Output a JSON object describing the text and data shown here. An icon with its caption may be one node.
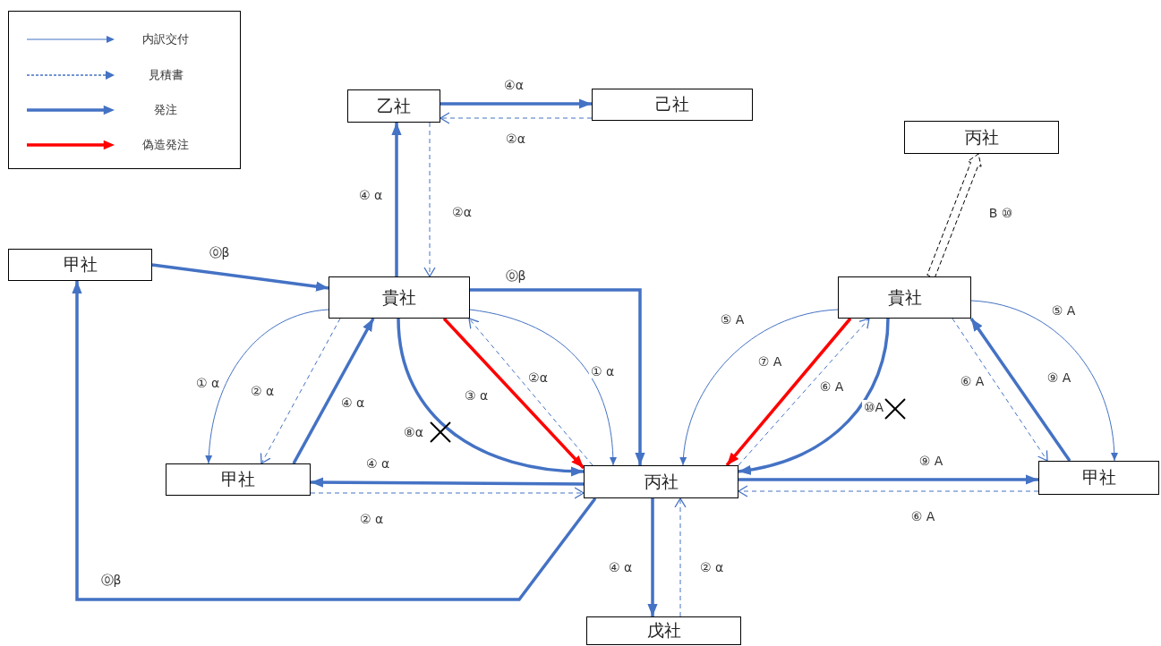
{
  "diagram": {
    "nodes": [
      {
        "text": [
          "乙社"
        ]
      },
      {
        "text": [
          "己社"
        ]
      },
      {
        "text": [
          "丙社"
        ]
      },
      {
        "text": [
          "甲社"
        ]
      },
      {
        "text": [
          "貴社"
        ]
      },
      {
        "text": [
          "貴社"
        ]
      },
      {
        "text": [
          "甲社"
        ]
      },
      {
        "text": [
          "丙社"
        ]
      },
      {
        "text": [
          "甲社"
        ]
      },
      {
        "text": [
          "戊社"
        ]
      }
    ],
    "edges": [
      {
        "from": 0,
        "to": 1,
        "arrow": "to",
        "label": "④α"
      },
      {
        "from": 1,
        "to": 0,
        "arrow": "to",
        "label": "②α",
        "style": "dashed"
      },
      {
        "from": 4,
        "to": 0,
        "arrow": "to",
        "label": "④ α"
      },
      {
        "from": 0,
        "to": 4,
        "arrow": "to",
        "label": "②α",
        "style": "dashed"
      },
      {
        "from": 3,
        "to": 4,
        "arrow": "to",
        "label": "⓪β"
      },
      {
        "from": 4,
        "to": 7,
        "arrow": "to",
        "label": "⓪β"
      },
      {
        "from": 7,
        "to": 3,
        "arrow": "to",
        "label": "⓪β"
      },
      {
        "from": 4,
        "to": 6,
        "arrow": "to",
        "label": "① α"
      },
      {
        "from": 4,
        "to": 6,
        "arrow": "to",
        "label": "② α",
        "style": "dashed"
      },
      {
        "from": 6,
        "to": 4,
        "arrow": "to",
        "label": "④ α"
      },
      {
        "from": 4,
        "to": 7,
        "arrow": "to",
        "label": "⑧α"
      },
      {
        "from": 4,
        "to": 7,
        "arrow": "to",
        "label": "③ α",
        "color": "#ff0000"
      },
      {
        "from": 7,
        "to": 4,
        "arrow": "to",
        "label": "②α",
        "style": "dashed"
      },
      {
        "from": 4,
        "to": 7,
        "arrow": "to",
        "label": "① α"
      },
      {
        "from": 7,
        "to": 6,
        "arrow": "to",
        "label": "④ α"
      },
      {
        "from": 6,
        "to": 7,
        "arrow": "to",
        "label": "② α",
        "style": "dashed"
      },
      {
        "from": 7,
        "to": 9,
        "arrow": "to",
        "label": "④ α"
      },
      {
        "from": 9,
        "to": 7,
        "arrow": "to",
        "label": "② α",
        "style": "dashed"
      },
      {
        "from": 5,
        "to": 7,
        "arrow": "to",
        "label": "⑤ A"
      },
      {
        "from": 5,
        "to": 7,
        "arrow": "to",
        "label": "⑦ A",
        "color": "#ff0000"
      },
      {
        "from": 7,
        "to": 5,
        "arrow": "to",
        "label": "⑥ A",
        "style": "dashed"
      },
      {
        "from": 5,
        "to": 7,
        "arrow": "to",
        "label": "⑩A"
      },
      {
        "from": 5,
        "to": 8,
        "arrow": "to",
        "label": "⑤ A"
      },
      {
        "from": 5,
        "to": 8,
        "arrow": "to",
        "label": "⑥ A",
        "style": "dashed"
      },
      {
        "from": 8,
        "to": 5,
        "arrow": "to",
        "label": "⑨ A"
      },
      {
        "from": 7,
        "to": 8,
        "arrow": "to",
        "label": "⑨ A"
      },
      {
        "from": 8,
        "to": 7,
        "arrow": "to",
        "label": "⑥ A",
        "style": "dashed"
      },
      {
        "from": 5,
        "to": 2,
        "arrow": "to",
        "label": "B ⑩",
        "style": "dashed",
        "color": "#000000"
      }
    ],
    "legend": [
      {
        "text": "内訳交付"
      },
      {
        "text": "見積書"
      },
      {
        "text": "発注"
      },
      {
        "text": "偽造発注"
      }
    ]
  }
}
